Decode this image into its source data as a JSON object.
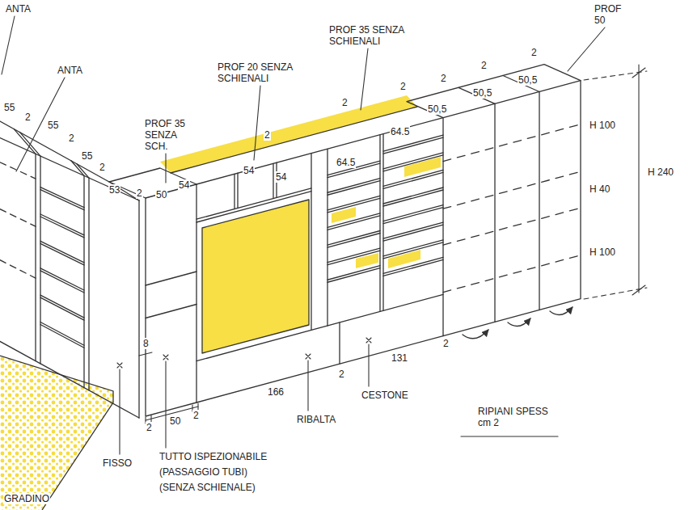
{
  "diagram": {
    "labels": [
      "ANTA",
      "ANTA",
      "55",
      "2",
      "55",
      "2",
      "55",
      "2",
      "53",
      "2",
      "50",
      "54",
      "PROF 35 SENZA SCH.",
      "PROF 20 SENZA SCHIENALI",
      "2",
      "54",
      "54",
      "PROF 35 SENZA SCHIENALI",
      "2",
      "64.5",
      "2",
      "64.5",
      "50,5",
      "2",
      "50,5",
      "2",
      "50,5",
      "2",
      "PROF 50",
      "H 100",
      "H 40",
      "H 100",
      "H 240",
      "8",
      "2",
      "50",
      "2",
      "166",
      "2",
      "131",
      "2",
      "FISSO",
      "TUTTO ISPEZIONABILE (PASSAGGIO TUBI) (SENZA SCHIENALE)",
      "RIBALTA",
      "CESTONE",
      "RIPIANI SPESS cm 2",
      "GRADINO"
    ]
  }
}
